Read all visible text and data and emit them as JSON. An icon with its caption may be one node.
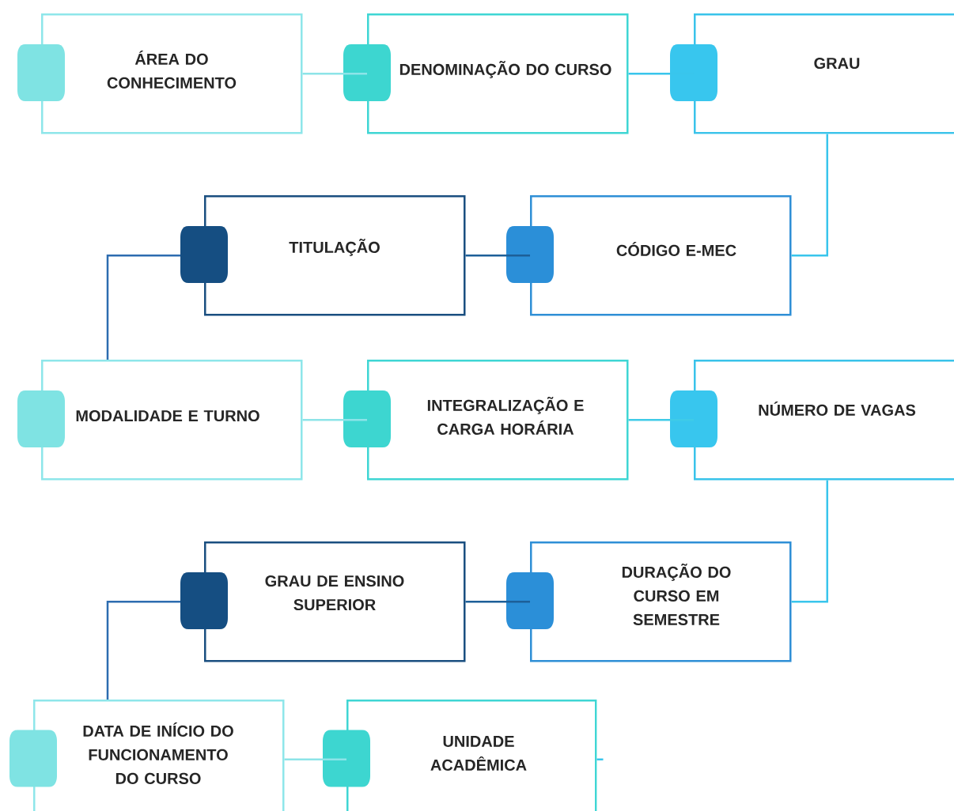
{
  "diagram": {
    "nodes": [
      {
        "text": [
          "ÁREA DO CONHECIMENTO"
        ]
      },
      {
        "text": [
          "DENOMINAÇÃO DO CURSO"
        ]
      },
      {
        "text": [
          "GRAU"
        ]
      },
      {
        "text": [
          "TITULAÇÃO"
        ]
      },
      {
        "text": [
          "CÓDIGO E-MEC"
        ]
      },
      {
        "text": [
          "MODALIDADE E TURNO"
        ]
      },
      {
        "text": [
          "INTEGRALIZAÇÃO E CARGA HORÁRIA"
        ]
      },
      {
        "text": [
          "NÚMERO DE VAGAS"
        ]
      },
      {
        "text": [
          "GRAU DE ENSINO SUPERIOR"
        ]
      },
      {
        "text": [
          "DURAÇÃO DO CURSO EM SEMESTRE"
        ]
      },
      {
        "text": [
          "DATA DE INÍCIO DO FUNCIONAMENTO DO CURSO"
        ]
      },
      {
        "text": [
          "UNIDADE ACADÊMICA"
        ]
      }
    ],
    "edges": [
      {
        "from": 0,
        "to": 1,
        "arrow": "none",
        "color": "#8de4e8"
      },
      {
        "from": 1,
        "to": 2,
        "arrow": "none",
        "color": "#39c5ec"
      },
      {
        "from": 2,
        "to": 4,
        "arrow": "none",
        "color": "#39c5ec"
      },
      {
        "from": 4,
        "to": 3,
        "arrow": "none",
        "color": "#1d5f98"
      },
      {
        "from": 3,
        "to": 5,
        "arrow": "none",
        "color": "#2d6cb0"
      },
      {
        "from": 5,
        "to": 6,
        "arrow": "none",
        "color": "#8de4e8"
      },
      {
        "from": 6,
        "to": 7,
        "arrow": "none",
        "color": "#3fcbe8"
      },
      {
        "from": 7,
        "to": 9,
        "arrow": "none",
        "color": "#39c5ec"
      },
      {
        "from": 9,
        "to": 8,
        "arrow": "none",
        "color": "#1d5f98"
      },
      {
        "from": 8,
        "to": 10,
        "arrow": "none",
        "color": "#2d6cb0"
      },
      {
        "from": 10,
        "to": 11,
        "arrow": "none",
        "color": "#8de4e8"
      },
      {
        "from": 11,
        "to": null,
        "arrow": "none",
        "color": "#39c5ec"
      }
    ]
  }
}
